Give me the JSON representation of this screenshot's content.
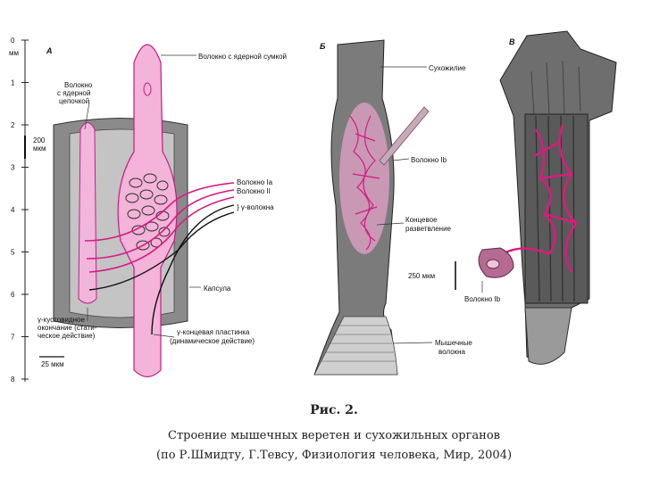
{
  "scale": {
    "unit": "мм",
    "ticks": [
      "0",
      "1",
      "2",
      "3",
      "4",
      "5",
      "6",
      "7",
      "8"
    ],
    "bar_200": "200 мкм",
    "bar_25": "25 мкм"
  },
  "panelA": {
    "letter": "А",
    "nuclear_bag": "Волокно с ядерной сумкой",
    "nuclear_chain": [
      "Волокно",
      "с ядерной",
      "цепочкой"
    ],
    "fiber_Ia": "Волокно Ia",
    "fiber_II": "Волокно II",
    "gamma_fiber": "} γ-волокна",
    "capsule": "Капсула",
    "gamma_bush": [
      "γ-кустовидное",
      "окончание (стати-",
      "ческое действие)"
    ],
    "gamma_plate": [
      "γ-концевая пластинка",
      "(динамическое действие)"
    ]
  },
  "panelB": {
    "letter": "Б",
    "tendon": "Сухожилие",
    "fiber_Ib": "Волокно Ib",
    "terminal": [
      "Концевое",
      "разветвление"
    ],
    "muscle": [
      "Мышечные",
      "волокна"
    ]
  },
  "panelC": {
    "letter": "В",
    "bar_250": "250 мкм",
    "fiber_Ib": "Волокно Ib"
  },
  "caption": {
    "title": "Рис. 2.",
    "line1": "Строение мышечных веретен и сухожильных органов",
    "line2": "(по Р.Шмидту, Г.Тевсу, Физиология человека, Мир, 2004)"
  }
}
